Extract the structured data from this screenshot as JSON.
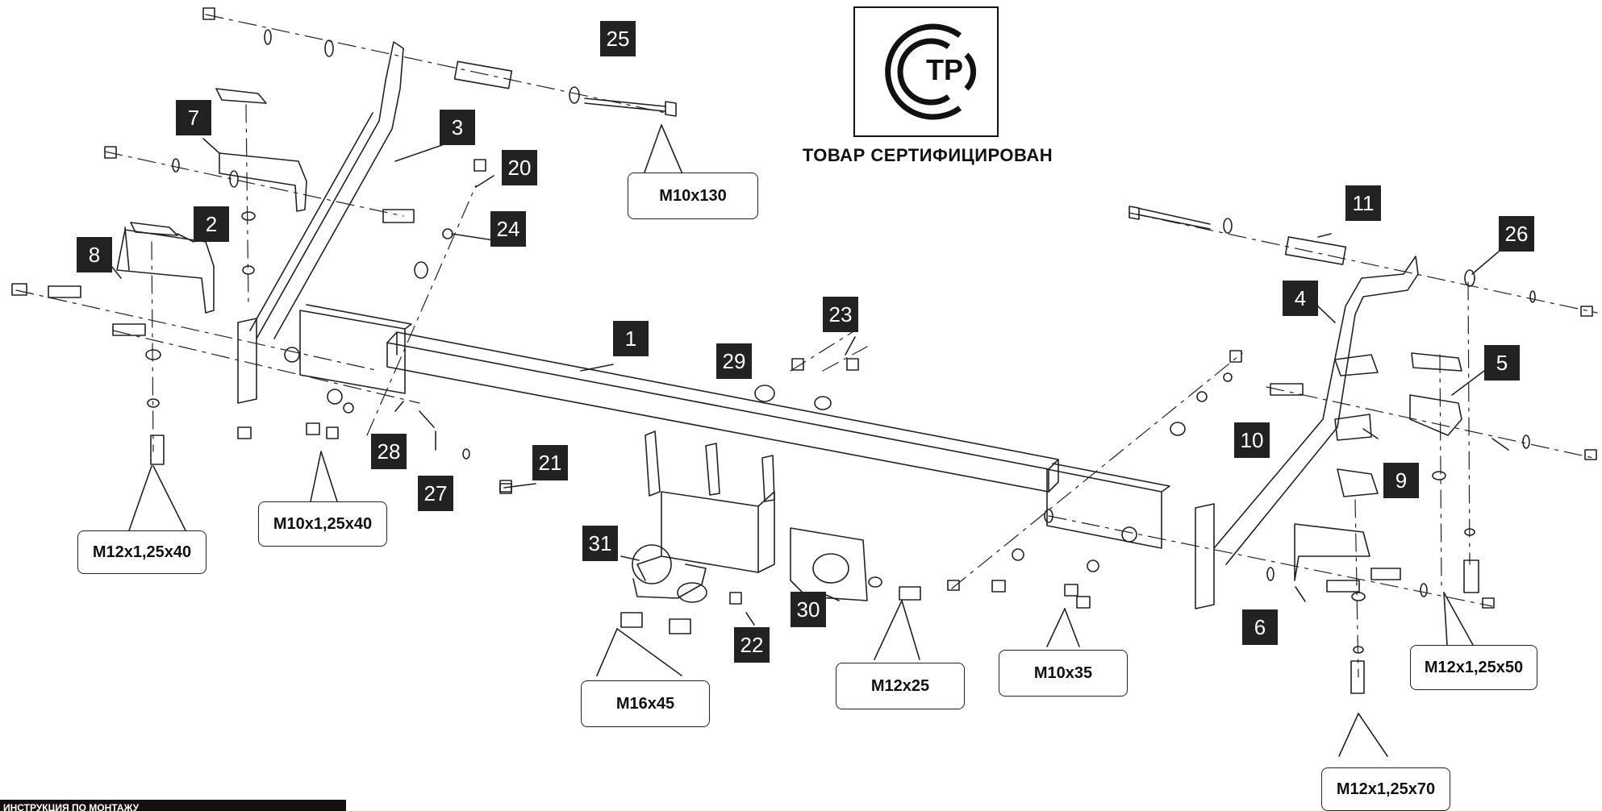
{
  "certificate": {
    "caption": "ТОВАР СЕРТИФИЦИРОВАН",
    "logo_text": "ТР"
  },
  "part_numbers": [
    "1",
    "2",
    "3",
    "4",
    "5",
    "6",
    "7",
    "8",
    "9",
    "10",
    "11",
    "20",
    "21",
    "22",
    "23",
    "24",
    "25",
    "26",
    "27",
    "28",
    "29",
    "30",
    "31"
  ],
  "fasteners": [
    "M10x130",
    "M12x1,25x40",
    "M10x1,25x40",
    "M16x45",
    "M12x25",
    "M10x35",
    "M12x1,25x50",
    "M12x1,25x70"
  ],
  "footer": {
    "label": "ИНСТРУКЦИЯ ПО МОНТАЖУ"
  },
  "colors": {
    "line": "#222222",
    "label_bg": "#222222",
    "label_text": "#ffffff",
    "background": "#ffffff"
  }
}
